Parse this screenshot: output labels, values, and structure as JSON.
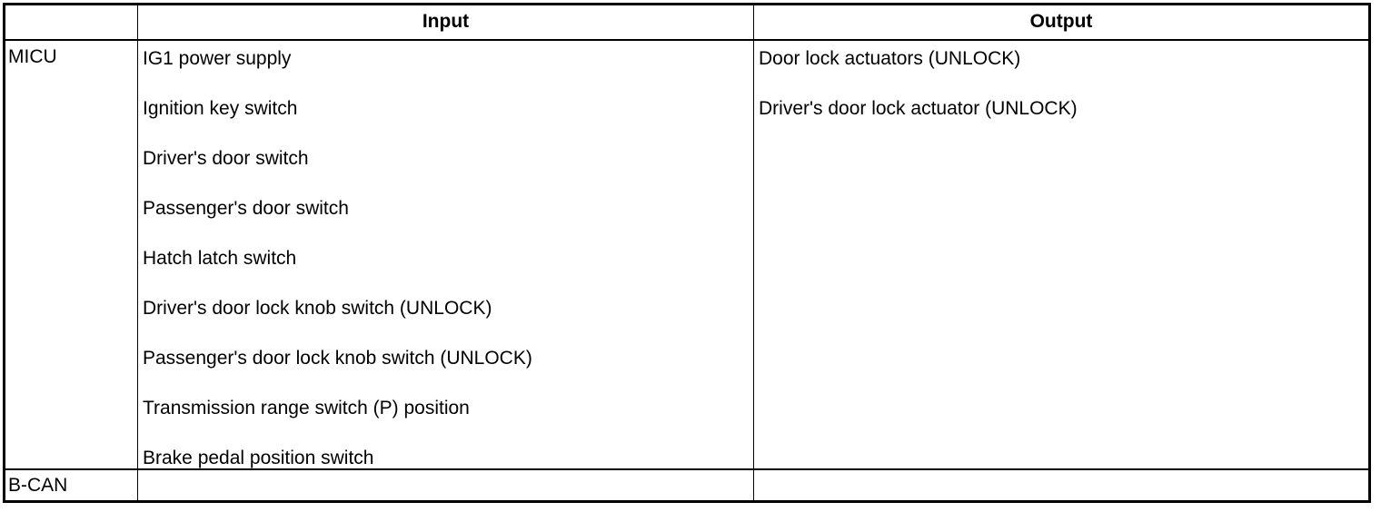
{
  "table": {
    "header": {
      "blank": "",
      "input": "Input",
      "output": "Output"
    },
    "rows": [
      {
        "label": "MICU",
        "inputs": [
          "IG1 power supply",
          "Ignition key switch",
          "Driver's door switch",
          "Passenger's door switch",
          "Hatch latch switch",
          "Driver's door lock knob switch (UNLOCK)",
          "Passenger's door lock knob switch (UNLOCK)",
          "Transmission range switch (P) position",
          "Brake pedal position switch"
        ],
        "outputs": [
          "Door lock actuators (UNLOCK)",
          "Driver's door lock actuator (UNLOCK)"
        ]
      },
      {
        "label": "B-CAN",
        "inputs": [],
        "outputs": []
      }
    ]
  },
  "colors": {
    "border": "#000000",
    "text": "#000000",
    "background": "#ffffff"
  }
}
